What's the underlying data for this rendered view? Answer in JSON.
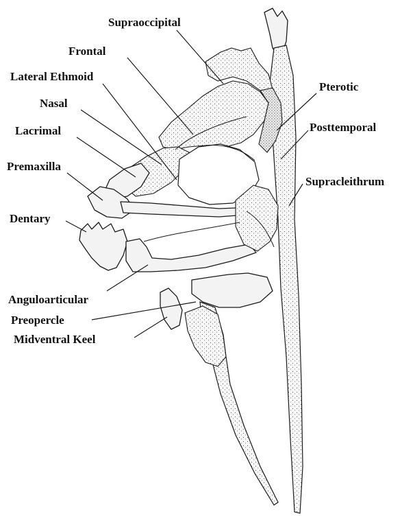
{
  "figure": {
    "labels": [
      {
        "id": "supraoccipital",
        "text": "Supraoccipital"
      },
      {
        "id": "frontal",
        "text": "Frontal"
      },
      {
        "id": "lateral-ethmoid",
        "text": "Lateral Ethmoid"
      },
      {
        "id": "nasal",
        "text": "Nasal"
      },
      {
        "id": "lacrimal",
        "text": "Lacrimal"
      },
      {
        "id": "premaxilla",
        "text": "Premaxilla"
      },
      {
        "id": "dentary",
        "text": "Dentary"
      },
      {
        "id": "anguloarticular",
        "text": "Anguloarticular"
      },
      {
        "id": "preopercle",
        "text": "Preopercle"
      },
      {
        "id": "midventral-keel",
        "text": "Midventral Keel"
      },
      {
        "id": "pterotic",
        "text": "Pterotic"
      },
      {
        "id": "posttemporal",
        "text": "Posttemporal"
      },
      {
        "id": "supracleithrum",
        "text": "Supracleithrum"
      }
    ]
  },
  "colors": {
    "ink": "#111111",
    "background": "#ffffff",
    "bone_fill": "#f3f3f3"
  }
}
